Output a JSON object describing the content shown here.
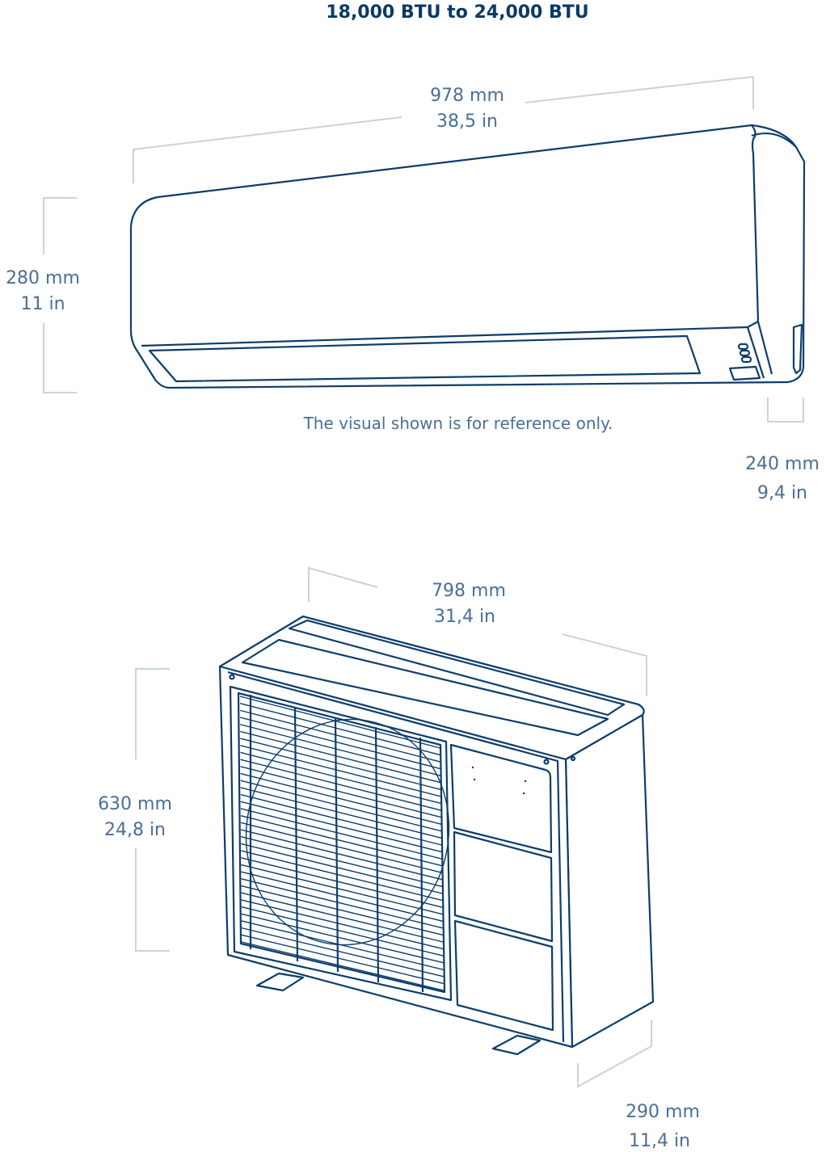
{
  "title": "18,000 BTU to 24,000 BTU",
  "indoor_unit": {
    "width": {
      "mm": "978 mm",
      "in": "38,5 in"
    },
    "height": {
      "mm": "280 mm",
      "in": "11 in"
    },
    "depth": {
      "mm": "240 mm",
      "in": "9,4 in"
    }
  },
  "note": "The visual shown is for reference only.",
  "outdoor_unit": {
    "width": {
      "mm": "798 mm",
      "in": "31,4 in"
    },
    "height": {
      "mm": "630 mm",
      "in": "24,8 in"
    },
    "depth": {
      "mm": "290 mm",
      "in": "11,4 in"
    }
  },
  "colors": {
    "title": "#0b3a66",
    "text": "#4a6f95",
    "stroke": "#0d3d6b",
    "dimension_line": "#c8d3de"
  }
}
